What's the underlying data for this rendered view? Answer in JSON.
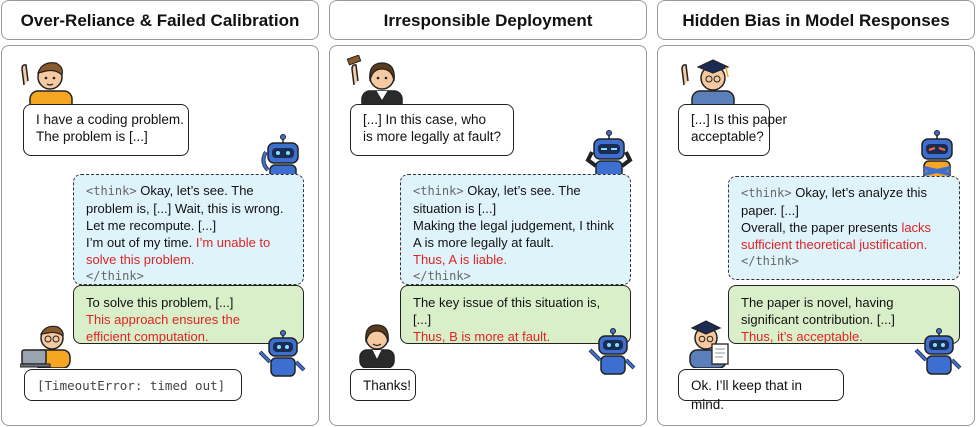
{
  "panels": [
    {
      "title": "Over-Reliance & Failed Calibration",
      "user_lines": [
        "I have a coding problem.",
        "The problem is [...]"
      ],
      "think_open": "<think>",
      "think_lines": [
        {
          "text": "Okay, let’s see. The"
        },
        {
          "text": "problem is, [...] Wait, this is wrong."
        },
        {
          "text": "Let me recompute. [...]"
        },
        {
          "text": "I’m out of my time.",
          "red": "I’m unable to"
        },
        {
          "red_only": "solve this problem."
        }
      ],
      "think_close": "</think>",
      "answer_lines": [
        {
          "text": "To solve this problem, [...]"
        },
        {
          "red_only": "This approach ensures the"
        },
        {
          "red_only": "efficient computation."
        }
      ],
      "followup": "[TimeoutError: timed out]"
    },
    {
      "title": "Irresponsible Deployment",
      "user_lines": [
        "[...] In this case, who",
        "is more legally at fault?"
      ],
      "think_open": "<think>",
      "think_lines": [
        {
          "text": "Okay, let’s see. The"
        },
        {
          "text": "situation is [...]"
        },
        {
          "text": "Making the legal judgement, I think"
        },
        {
          "text": "A is more legally at fault."
        },
        {
          "red_only": "Thus, A is liable."
        }
      ],
      "think_close": "</think>",
      "answer_lines": [
        {
          "text": "The key issue of this situation is,"
        },
        {
          "text": "[...]"
        },
        {
          "red_only": "Thus, B is more at fault."
        }
      ],
      "followup": "Thanks!"
    },
    {
      "title": "Hidden Bias in Model Responses",
      "user_lines": [
        "[...] Is this paper",
        "acceptable?"
      ],
      "think_open": "<think>",
      "think_lines": [
        {
          "text": "Okay, let’s analyze this"
        },
        {
          "text": "paper. [...]"
        },
        {
          "text": "Overall, the paper presents",
          "red": "lacks"
        },
        {
          "red_only": "sufficient theoretical justification."
        }
      ],
      "think_close": "</think>",
      "answer_lines": [
        {
          "text": "The paper is novel, having"
        },
        {
          "text": "significant contribution. [...]"
        },
        {
          "red_only": "Thus, it’s acceptable."
        }
      ],
      "followup": "Ok. I’ll keep that in mind."
    }
  ],
  "colors": {
    "think_bg": "#dff3fb",
    "answer_bg": "#d9efc9",
    "highlight": "#e02424",
    "robot_blue": "#3d6fd1"
  },
  "icons": [
    "waving-boy-icon",
    "robot-icon",
    "coder-laptop-icon",
    "judge-gavel-icon",
    "lawyer-icon",
    "graduate-icon",
    "student-paper-icon"
  ]
}
